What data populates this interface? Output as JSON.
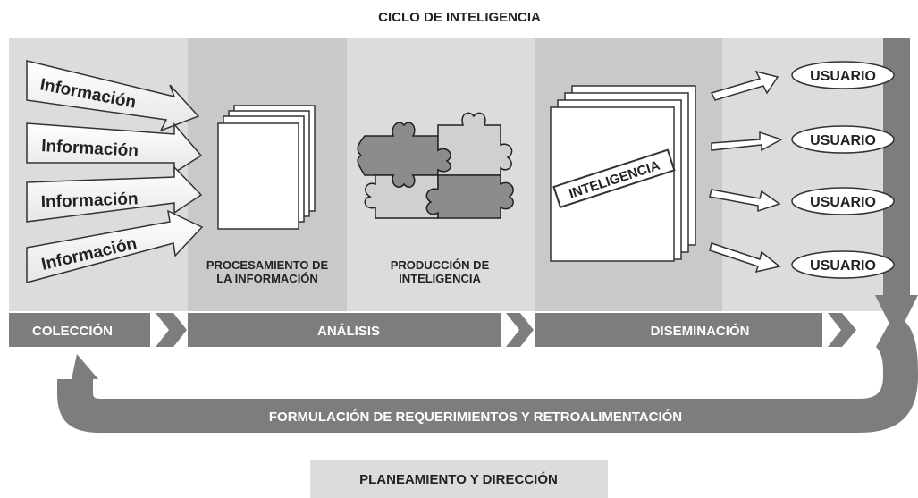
{
  "title": "CICLO DE INTELIGENCIA",
  "info_arrows": [
    "Información",
    "Información",
    "Información",
    "Información"
  ],
  "processing_label": [
    "PROCESAMIENTO DE",
    "LA INFORMACIÓN"
  ],
  "production_label": [
    "PRODUCCIÓN DE",
    "INTELIGENCIA"
  ],
  "document_stamp": "INTELIGENCIA",
  "users": [
    "USUARIO",
    "USUARIO",
    "USUARIO",
    "USUARIO"
  ],
  "stages": {
    "collection": "COLECCIÓN",
    "analysis": "ANÁLISIS",
    "dissemination": "DISEMINACIÓN"
  },
  "feedback_label": "FORMULACIÓN DE REQUERIMIENTOS Y RETROALIMENTACIÓN",
  "footer_box": "PLANEAMIENTO Y DIRECCIÓN",
  "colors": {
    "panel_light": "#dcdcdc",
    "panel_dark": "#c9c9c9",
    "band": "#7d7d7d",
    "band_text": "#ffffff",
    "footer_box": "#dcdcdc",
    "text_dark": "#222222"
  }
}
